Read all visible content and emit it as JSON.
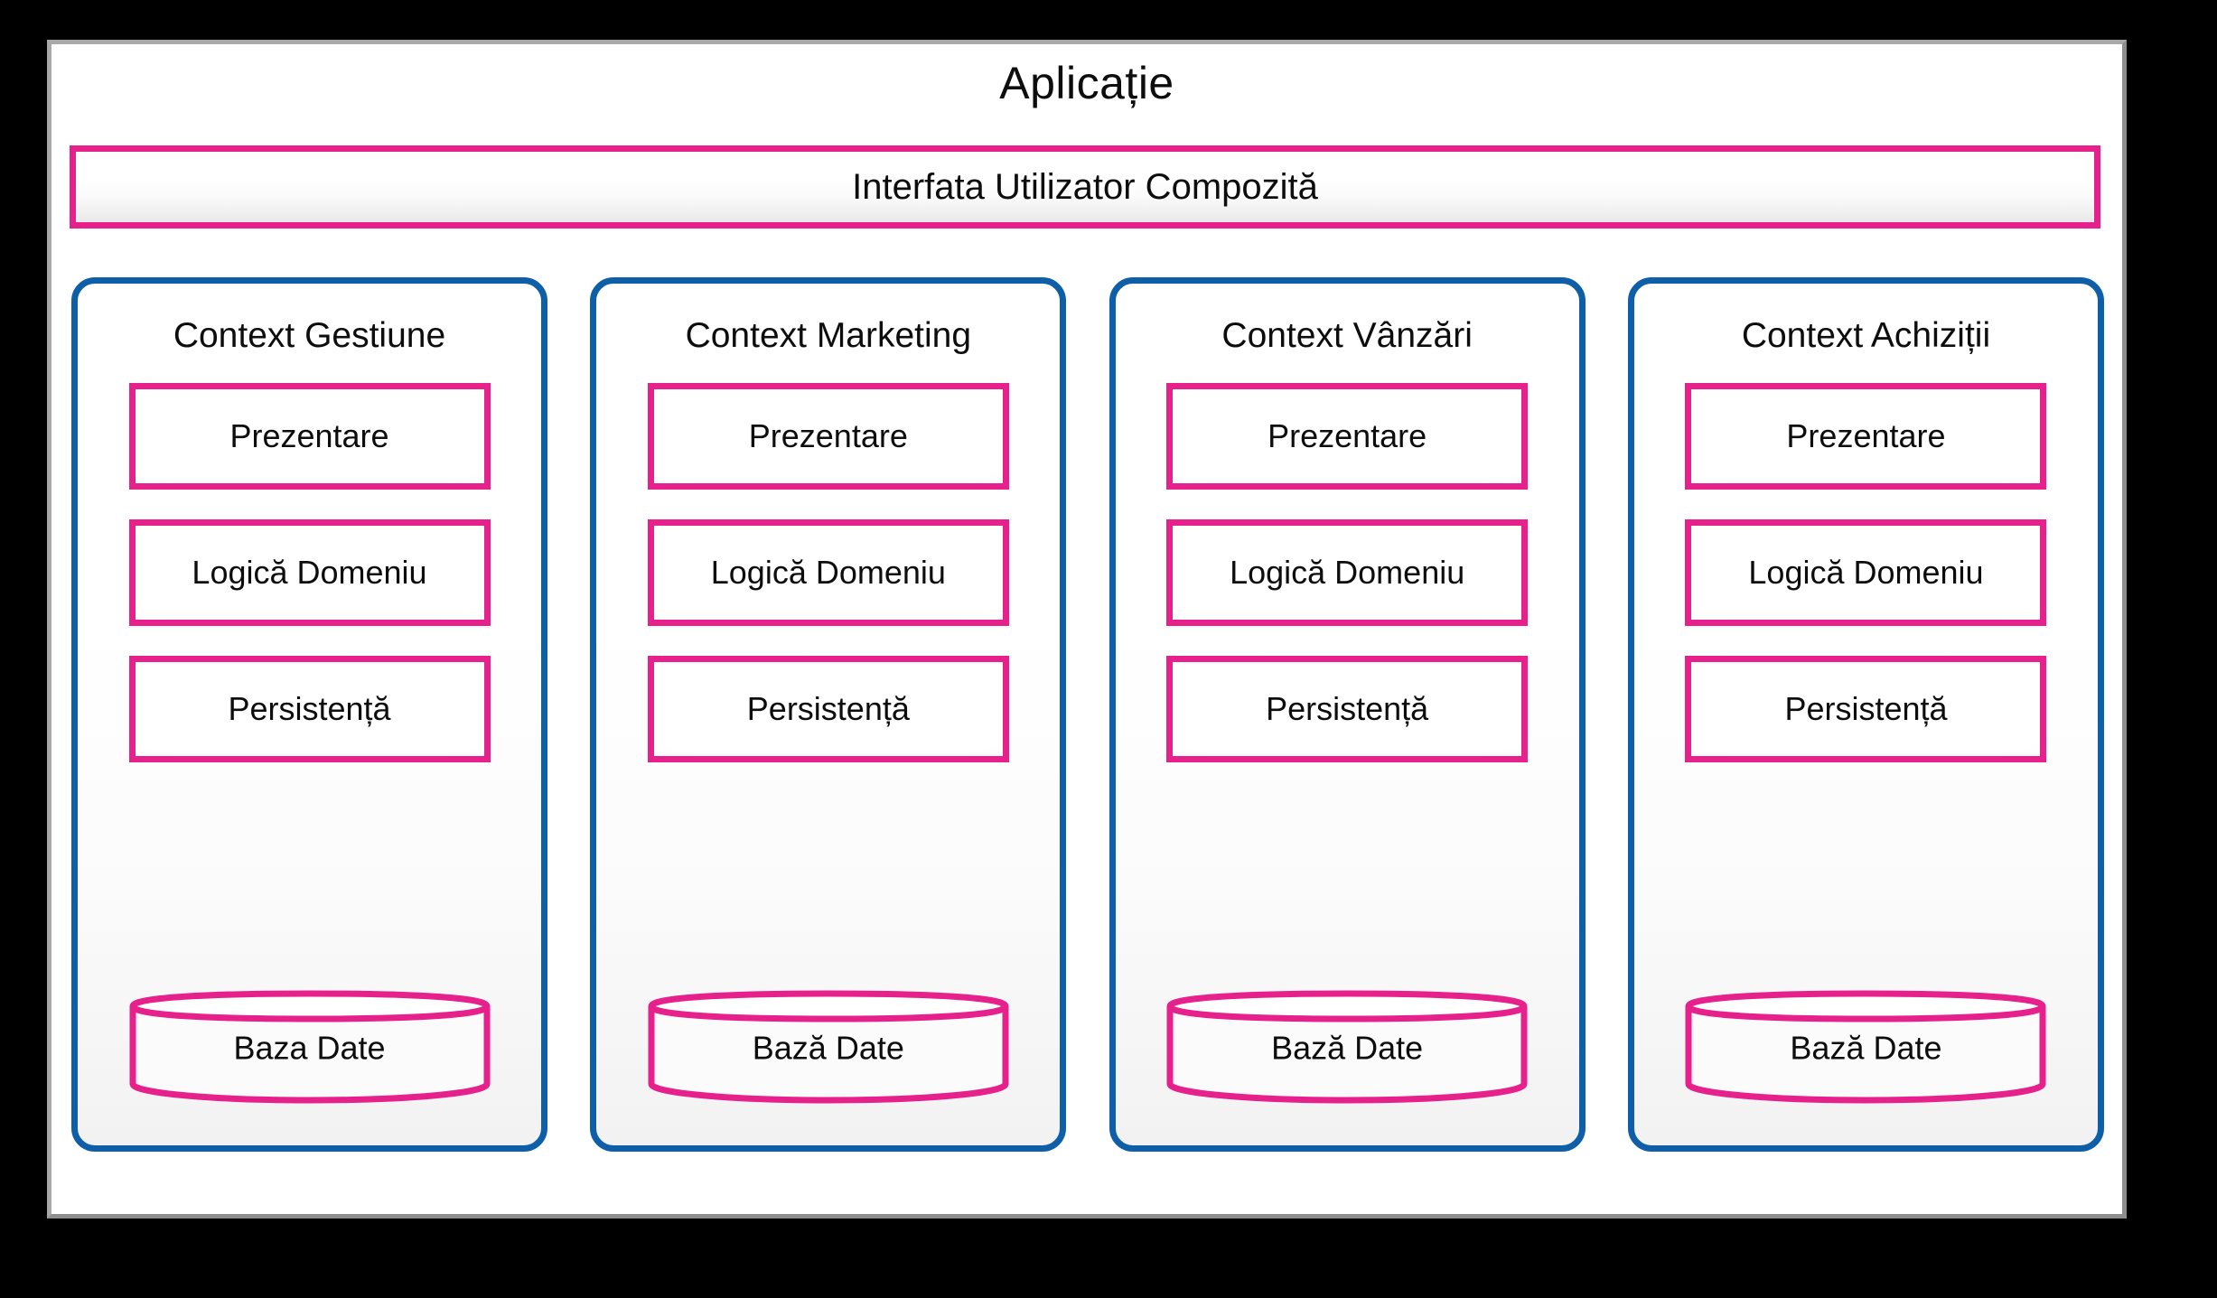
{
  "diagram": {
    "title": "Aplicație",
    "composite_ui": {
      "label": "Interfata Utilizator Compozită"
    },
    "colors": {
      "context_border": "#0E5FA8",
      "component_border": "#E6218C",
      "frame_border": "#A8A8A8",
      "background": "#000000",
      "surface": "#FFFFFF",
      "text": "#0D0D0D"
    },
    "contexts": [
      {
        "title": "Context Gestiune",
        "layers": [
          {
            "label": "Prezentare"
          },
          {
            "label": "Logică Domeniu"
          },
          {
            "label": "Persistență"
          }
        ],
        "database": {
          "label": "Baza Date",
          "shape": "cylinder"
        }
      },
      {
        "title": "Context Marketing",
        "layers": [
          {
            "label": "Prezentare"
          },
          {
            "label": "Logică Domeniu"
          },
          {
            "label": "Persistență"
          }
        ],
        "database": {
          "label": "Bază Date",
          "shape": "cylinder"
        }
      },
      {
        "title": "Context Vânzări",
        "layers": [
          {
            "label": "Prezentare"
          },
          {
            "label": "Logică Domeniu"
          },
          {
            "label": "Persistență"
          }
        ],
        "database": {
          "label": "Bază Date",
          "shape": "cylinder"
        }
      },
      {
        "title": "Context Achiziții",
        "layers": [
          {
            "label": "Prezentare"
          },
          {
            "label": "Logică Domeniu"
          },
          {
            "label": "Persistență"
          }
        ],
        "database": {
          "label": "Bază Date",
          "shape": "cylinder"
        }
      }
    ]
  }
}
